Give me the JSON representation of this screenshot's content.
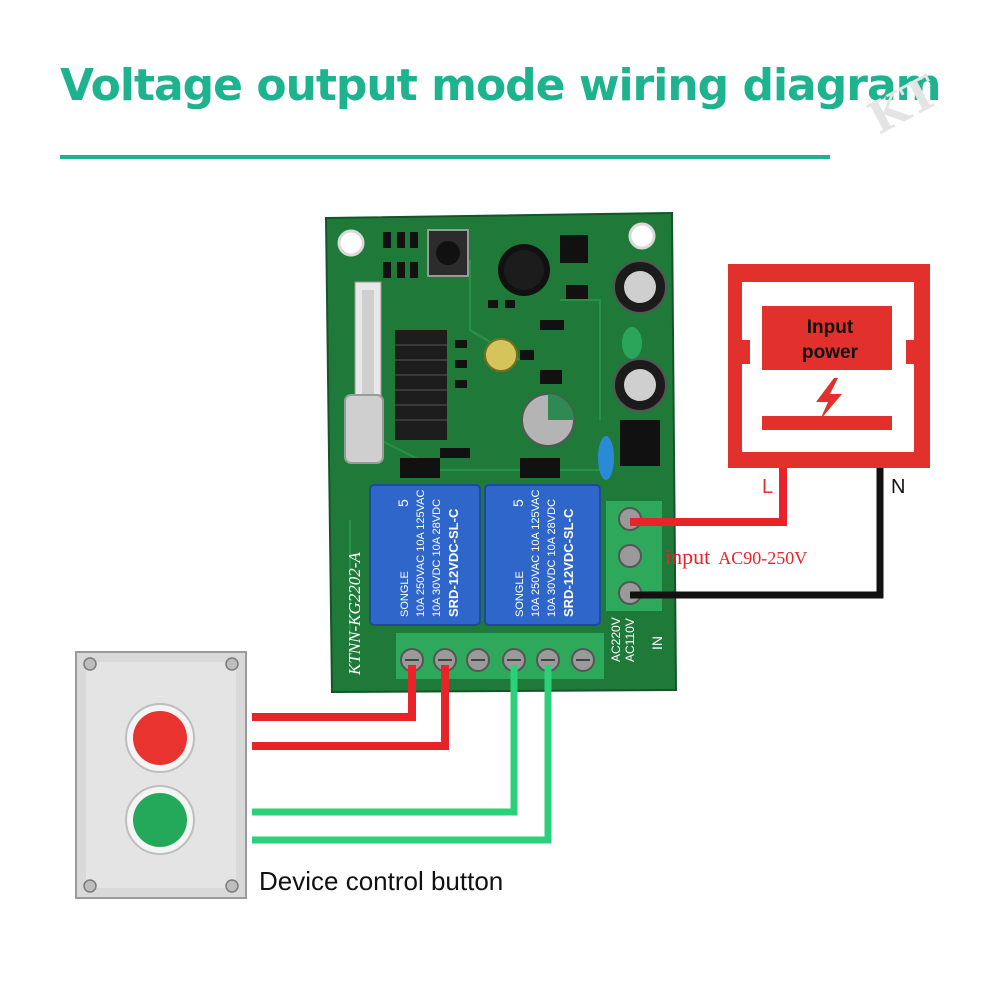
{
  "title": "Voltage output mode wiring diagram",
  "watermark": "KT",
  "board": {
    "model": "KTNN-KG2202-A",
    "relay_brand": "SONGLE",
    "relay_spec_1": "10A 250VAC  10A 125VAC",
    "relay_spec_2": "10A 30VDC  10A 28VDC",
    "relay_model": "SRD-12VDC-SL-C",
    "relay_number": "5",
    "terminal_label_1": "AC220V",
    "terminal_label_2": "AC110V",
    "terminal_label_in": "IN"
  },
  "power_source": {
    "line1": "Input",
    "line2": "power",
    "terminal_l": "L",
    "terminal_n": "N"
  },
  "input_label": {
    "word": "input",
    "range": "AC90-250V"
  },
  "device_label": "Device control button",
  "colors": {
    "accent": "#1cb38e",
    "wire_red": "#e8232a",
    "wire_green": "#2ad17a",
    "wire_black": "#111111",
    "board_green": "#1f7a3a",
    "relay_blue": "#2f66c9",
    "power_red": "#e2302c"
  }
}
